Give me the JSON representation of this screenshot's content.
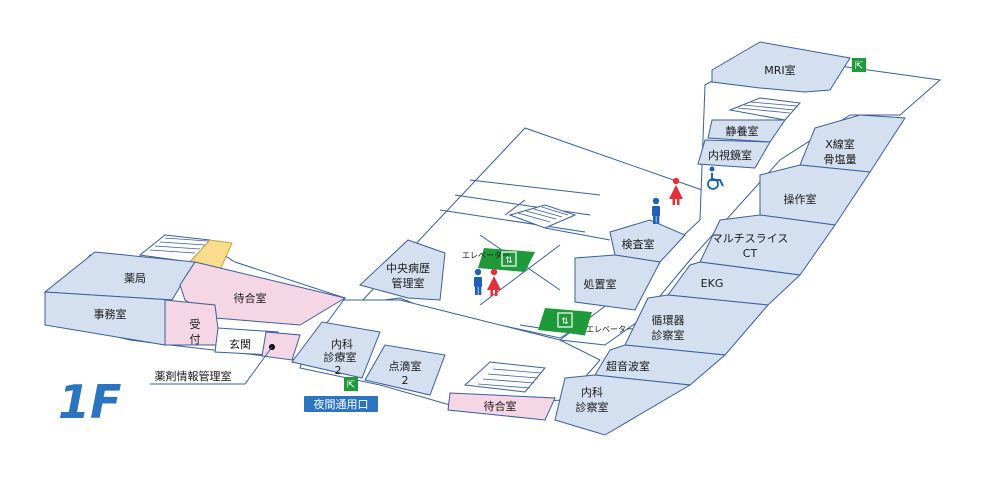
{
  "floor": {
    "label": "1F"
  },
  "rooms": {
    "mri": "MRI室",
    "seiyou": "静養室",
    "naishikyo": "内視鏡室",
    "xray_line1": "X線室",
    "xray_line2": "骨塩量",
    "sousa": "操作室",
    "multislice_line1": "マルチスライス",
    "multislice_line2": "CT",
    "ekg": "EKG",
    "junkanki_line1": "循環器",
    "junkanki_line2": "診察室",
    "choonpa": "超音波室",
    "naika1_line1": "内科",
    "naika1_line2": "診察室",
    "kensa": "検査室",
    "shochi": "処置室",
    "chuou_line1": "中央病歴",
    "chuou_line2": "管理室",
    "yakkyoku": "薬局",
    "jimu": "事務室",
    "machiai_left": "待合室",
    "uketsuke_line1": "受",
    "uketsuke_line2": "付",
    "genkan": "玄関",
    "naika2_line1": "内科",
    "naika2_line2": "診療室",
    "naika2_line3": "2",
    "tenteki_line1": "点滴室",
    "tenteki_line2": "2",
    "machiai_bottom": "待合室"
  },
  "labels": {
    "elevator_top": "エレベーター",
    "elevator_bottom": "エレベーター",
    "drug_info": "薬剤情報管理室",
    "night_entrance": "夜間通用口"
  },
  "colors": {
    "room": "#d4dff0",
    "waiting": "#f5d6e4",
    "outline": "#3b5f9b",
    "elevator": "#1f9a3a",
    "floor_label": "#2b74c0",
    "male": "#1f5fb5",
    "female": "#e2303a",
    "exit": "#1f9a3a"
  },
  "icons": [
    "exit-sign-icon",
    "elevator-icon",
    "male-toilet-icon",
    "female-toilet-icon",
    "wheelchair-icon"
  ]
}
